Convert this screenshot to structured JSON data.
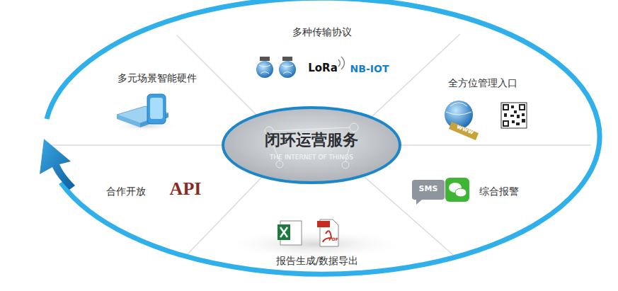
{
  "diagram": {
    "nodes": [
      {
        "text": [
          "闭环运营服务",
          "THE INTERNET OF THINGS"
        ]
      }
    ],
    "labels": [
      "多种传输协议",
      "LoRa",
      "NB-IOT",
      "多元场景智能硬件",
      "全方位管理入口",
      "www",
      "合作开放",
      "API",
      "SMS",
      "综合报警",
      "PDF",
      "报告生成/数据导出"
    ]
  }
}
